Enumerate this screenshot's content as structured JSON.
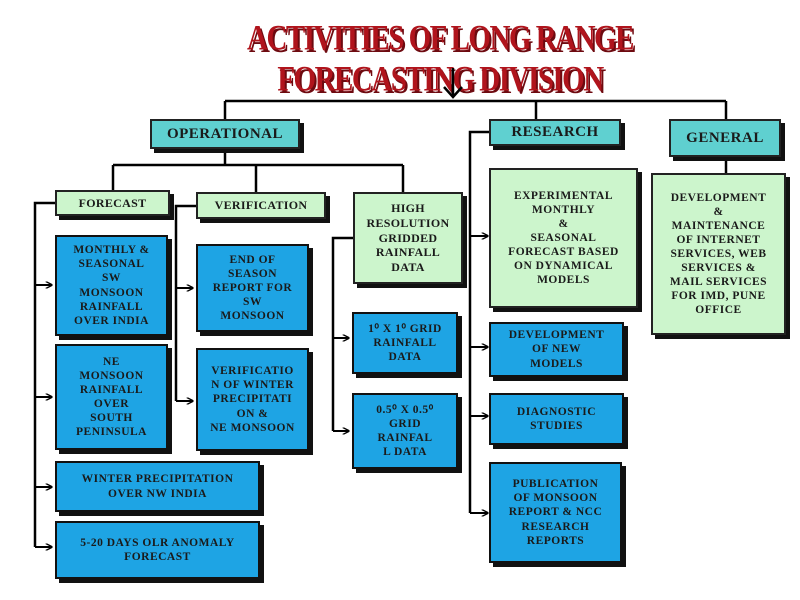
{
  "title": "ACTIVITIES OF LONG RANGE FORECASTING DIVISION",
  "colors": {
    "title": "#b0141c",
    "header_box": "#5fd0d0",
    "category_box": "#ccf5cc",
    "item_box": "#1ea4e4",
    "lines": "#000000"
  },
  "headers": {
    "operational": "OPERATIONAL",
    "research": "RESEARCH",
    "general": "GENERAL"
  },
  "operational": {
    "forecast": {
      "label": "FORECAST",
      "items": [
        "MONTHLY &\nSEASONAL\nSW\nMONSOON\nRAINFALL\nOVER INDIA",
        "NE\nMONSOON\nRAINFALL\nOVER\nSOUTH\nPENINSULA",
        "WINTER PRECIPITATION\nOVER NW INDIA",
        "5-20 DAYS OLR ANOMALY\nFORECAST"
      ]
    },
    "verification": {
      "label": "VERIFICATION",
      "items": [
        "END OF\nSEASON\nREPORT FOR\nSW\nMONSOON",
        "VERIFICATIO\nN OF WINTER\nPRECIPITATI\nON &\nNE MONSOON"
      ]
    },
    "gridded": {
      "label": "HIGH\nRESOLUTION\nGRIDDED\nRAINFALL\nDATA",
      "items": [
        "1⁰ X 1⁰ GRID\nRAINFALL\nDATA",
        "0.5⁰ X 0.5⁰\nGRID\nRAINFAL\nL DATA"
      ]
    }
  },
  "research": {
    "items": [
      "EXPERIMENTAL\nMONTHLY\n&\nSEASONAL\nFORECAST BASED\nON DYNAMICAL\nMODELS",
      "DEVELOPMENT\nOF NEW\nMODELS",
      "DIAGNOSTIC\nSTUDIES",
      "PUBLICATION\nOF MONSOON\nREPORT & NCC\nRESEARCH\nREPORTS"
    ]
  },
  "general": {
    "items": [
      "DEVELOPMENT\n&\nMAINTENANCE\nOF INTERNET\nSERVICES, WEB\nSERVICES &\nMAIL SERVICES\nFOR IMD, PUNE\nOFFICE"
    ]
  }
}
